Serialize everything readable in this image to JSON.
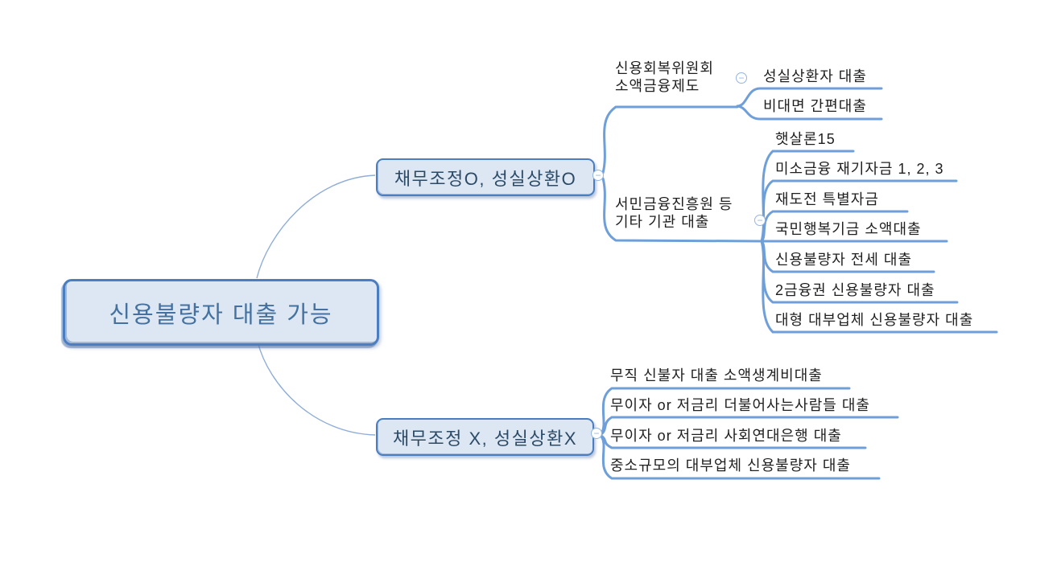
{
  "icons": {
    "collapse": "−"
  },
  "colors": {
    "node_fill": "#dce7f3",
    "node_border": "#4a7ec0",
    "connector": "#6f9fd8",
    "root_connector": "#8fadd6",
    "root_text": "#44719f",
    "branch_text": "#2c4a66",
    "topic_text": "#1f1f1f",
    "toggle": "#93b5de"
  },
  "tree": {
    "root": {
      "label": "신용불량자 대출 가능"
    },
    "branches": [
      {
        "label": "채무조정O, 성실상환O",
        "children": [
          {
            "label": "신용회복위원회\n소액금융제도",
            "children": [
              {
                "label": "성실상환자 대출"
              },
              {
                "label": "비대면 간편대출"
              }
            ]
          },
          {
            "label": "서민금융진흥원 등\n기타 기관 대출",
            "children": [
              {
                "label": "햇살론15"
              },
              {
                "label": "미소금융 재기자금 1, 2, 3"
              },
              {
                "label": "재도전 특별자금"
              },
              {
                "label": "국민행복기금 소액대출"
              },
              {
                "label": "신용불량자 전세 대출"
              },
              {
                "label": "2금융권 신용불량자 대출"
              },
              {
                "label": "대형 대부업체 신용불량자 대출"
              }
            ]
          }
        ]
      },
      {
        "label": "채무조정 X, 성실상환X",
        "children": [
          {
            "label": "무직 신불자 대출 소액생계비대출"
          },
          {
            "label": "무이자 or 저금리 더불어사는사람들 대출"
          },
          {
            "label": "무이자 or 저금리 사회연대은행 대출"
          },
          {
            "label": "중소규모의 대부업체 신용불량자 대출"
          }
        ]
      }
    ]
  }
}
